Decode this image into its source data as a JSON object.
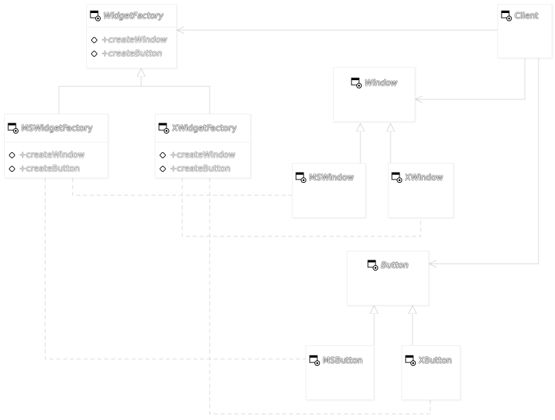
{
  "diagram": {
    "classes": {
      "widget_factory": {
        "name": "WidgetFactory",
        "abstract": true,
        "operations": [
          "+createWindow",
          "+createButton"
        ]
      },
      "client": {
        "name": "Client"
      },
      "window": {
        "name": "Window",
        "abstract": true
      },
      "ms_widget_factory": {
        "name": "MSWidgetFactory",
        "operations": [
          "+createWindow",
          "+createButton"
        ]
      },
      "x_widget_factory": {
        "name": "XWidgetFactory",
        "operations": [
          "+createWindow",
          "+createButton"
        ]
      },
      "ms_window": {
        "name": "MSWindow"
      },
      "x_window": {
        "name": "XWindow"
      },
      "button": {
        "name": "Button",
        "abstract": true
      },
      "ms_button": {
        "name": "MSButton"
      },
      "x_button": {
        "name": "XButton"
      }
    },
    "relationships": [
      {
        "type": "association",
        "from": "Client",
        "to": "WidgetFactory"
      },
      {
        "type": "association",
        "from": "Client",
        "to": "Window"
      },
      {
        "type": "association",
        "from": "Client",
        "to": "Button"
      },
      {
        "type": "generalization",
        "from": "MSWidgetFactory",
        "to": "WidgetFactory"
      },
      {
        "type": "generalization",
        "from": "XWidgetFactory",
        "to": "WidgetFactory"
      },
      {
        "type": "generalization",
        "from": "MSWindow",
        "to": "Window"
      },
      {
        "type": "generalization",
        "from": "XWindow",
        "to": "Window"
      },
      {
        "type": "generalization",
        "from": "MSButton",
        "to": "Button"
      },
      {
        "type": "generalization",
        "from": "XButton",
        "to": "Button"
      },
      {
        "type": "dependency",
        "from": "MSWidgetFactory",
        "to": "MSWindow"
      },
      {
        "type": "dependency",
        "from": "MSWidgetFactory",
        "to": "MSButton"
      },
      {
        "type": "dependency",
        "from": "XWidgetFactory",
        "to": "XWindow"
      },
      {
        "type": "dependency",
        "from": "XWidgetFactory",
        "to": "XButton"
      }
    ],
    "colors": {
      "background": "#ffffff",
      "line": "#d8d8d8",
      "box_border": "#f0f0f0",
      "label_fill": "#ffffff",
      "label_outline": "#000000"
    }
  }
}
